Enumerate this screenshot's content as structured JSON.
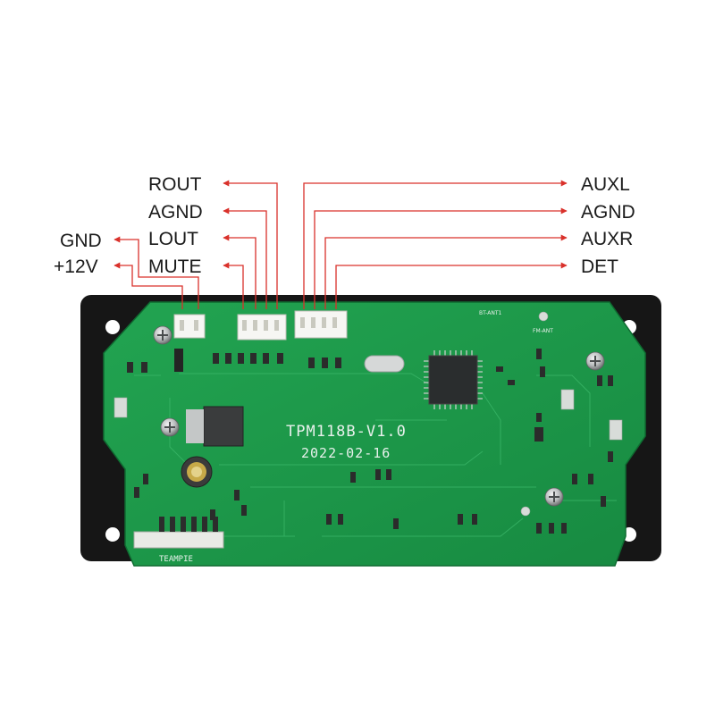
{
  "left_labels": [
    {
      "text": "ROUT"
    },
    {
      "text": "AGND"
    },
    {
      "text": "LOUT"
    },
    {
      "text": "MUTE"
    }
  ],
  "right_labels": [
    {
      "text": "AUXL"
    },
    {
      "text": "AGND"
    },
    {
      "text": "AUXR"
    },
    {
      "text": "DET"
    }
  ],
  "power_labels": [
    {
      "text": "GND"
    },
    {
      "text": "+12V"
    }
  ],
  "board": {
    "model": "TPM118B-V1.0",
    "date": "2022-02-16",
    "brand": "TEAMPIE",
    "bt_antenna": "BT-ANT1",
    "fm_antenna": "FM-ANT"
  },
  "colors": {
    "arrow": "#d9312b",
    "pcb": "#1e9a4b",
    "frame": "#161616",
    "silkscreen": "#e8f1ec"
  }
}
